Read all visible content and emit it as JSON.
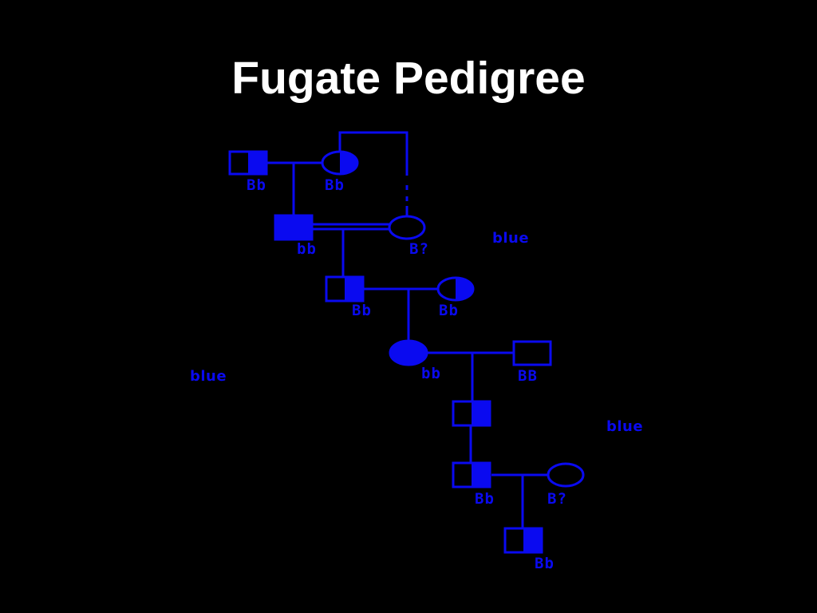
{
  "title": "Fugate Pedigree",
  "colors": {
    "background": "#000000",
    "title": "#ffffff",
    "pedigree": "#0a0af0"
  },
  "pedigree": {
    "individuals": [
      {
        "id": "g1-father",
        "sex": "male",
        "status": "carrier",
        "genotype": "Bb"
      },
      {
        "id": "g1-mother",
        "sex": "female",
        "status": "carrier",
        "genotype": "Bb"
      },
      {
        "id": "g2-son",
        "sex": "male",
        "status": "affected",
        "genotype": "bb"
      },
      {
        "id": "g2-mother-in-law",
        "sex": "female",
        "status": "unaffected",
        "genotype": "B?"
      },
      {
        "id": "g3-son",
        "sex": "male",
        "status": "carrier",
        "genotype": "Bb"
      },
      {
        "id": "g3-wife",
        "sex": "female",
        "status": "carrier",
        "genotype": "Bb"
      },
      {
        "id": "g4-daughter",
        "sex": "female",
        "status": "affected",
        "genotype": "bb"
      },
      {
        "id": "g4-husband",
        "sex": "male",
        "status": "unaffected",
        "genotype": "BB"
      },
      {
        "id": "g5-son",
        "sex": "male",
        "status": "carrier",
        "genotype": ""
      },
      {
        "id": "g6-son",
        "sex": "male",
        "status": "carrier",
        "genotype": "Bb"
      },
      {
        "id": "g6-wife",
        "sex": "female",
        "status": "unaffected",
        "genotype": "B?"
      },
      {
        "id": "g7-son",
        "sex": "male",
        "status": "carrier",
        "genotype": "Bb"
      }
    ],
    "notes": [
      "blue",
      "blue",
      "blue"
    ]
  }
}
